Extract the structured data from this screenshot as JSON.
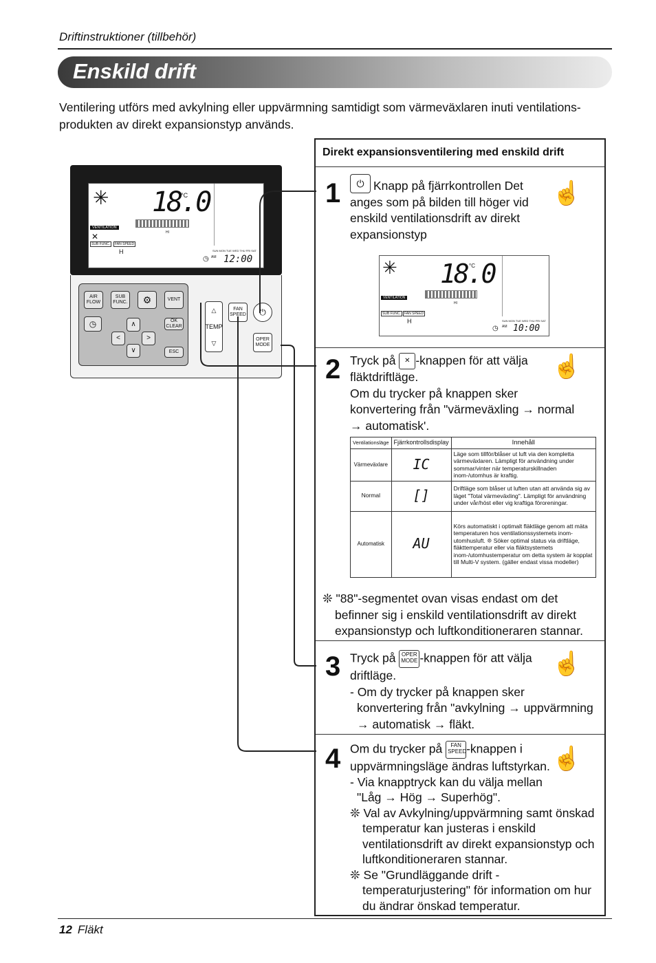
{
  "header": {
    "section": "Driftinstruktioner (tillbehör)",
    "title": "Enskild drift"
  },
  "intro": "Ventilering utförs med avkylning eller uppvärmning samtidigt som värmeväxlaren inuti ventilations-produkten av direkt expansionstyp används.",
  "box_title": "Direkt expansionsventilering med enskild drift",
  "controller": {
    "temp": "18.0",
    "unit": "°C",
    "ventilation": "VENTILATION",
    "sub_func": "SUB FUNC.",
    "fan_speed": "FAN SPEED",
    "fan_level": "H",
    "hi": "HI",
    "am": "AM",
    "clock": "12:00",
    "days": "SUN MON TUE WED THU FRI SAT",
    "buttons": {
      "air_flow": "AIR FLOW",
      "sub_func": "SUB FUNC.",
      "vent": "VENT",
      "ok_clear": "OK CLEAR",
      "esc": "ESC",
      "fan_speed": "FAN SPEED",
      "temp": "TEMP",
      "oper_mode": "OPER MODE"
    }
  },
  "step1": {
    "num": "1",
    "text": "Knapp på fjärrkontrollen Det anges som på bilden till höger vid enskild ventilationsdrift av direkt expansionstyp",
    "clock": "10:00"
  },
  "step2": {
    "num": "2",
    "pre": "Tryck på",
    "post": "-knappen för att välja",
    "l2": "fläktdriftläge.",
    "l3": "Om du trycker på knappen sker",
    "l4": "konvertering från \"värmeväxling → normal",
    "l5": "→ automatisk'."
  },
  "table": {
    "headers": [
      "Ventilationsläge",
      "Fjärrkontrollsdisplay",
      "Innehåll"
    ],
    "rows": [
      {
        "mode": "Värmeväxlare",
        "display": "IC",
        "content": "Läge som tillför/blåser ut luft via den kompletta värmeväxlaren. Lämpligt för användning under sommar/vinter när temperaturskillnaden inom-/utomhus är kraftig."
      },
      {
        "mode": "Normal",
        "display": "[]",
        "content": "Driftläge som blåser ut luften utan att använda sig av läget \"Total värmeväxling\". Lämpligt för användning under vår/höst eller vig kraftiga föroreningar."
      },
      {
        "mode": "Automatisk",
        "display": "AU",
        "content": "Körs automatiskt i optimalt fläktläge genom att mäta temperaturen hos ventilationssystemets inom-utomhusluft. ❊ Söker optimal status via driftläge, fläkttemperatur eller via fläktsystemets inom-/utomhustemperatur om detta system är kopplat till Multi-V system. (gäller endast vissa modeller)"
      }
    ]
  },
  "note88": "❊ \"88\"-segmentet ovan visas endast om det befinner sig i enskild ventilationsdrift av direkt expansionstyp och luftkonditioneraren stannar.",
  "step3": {
    "num": "3",
    "pre": "Tryck på",
    "post": "-knappen för att välja",
    "l2": "driftläge.",
    "l3": "- Om dy trycker på knappen sker",
    "l4": "konvertering från \"avkylning → uppvärmning",
    "l5": "→ automatisk → fläkt."
  },
  "step4": {
    "num": "4",
    "pre": "Om du trycker på",
    "post": "-knappen i",
    "l2": "uppvärmningsläge ändras luftstyrkan.",
    "l3": "- Via knapptryck kan du välja mellan",
    "l4": "\"Låg → Hög → Superhög\".",
    "n1": "❊ Val av Avkylning/uppvärmning samt önskad temperatur kan justeras i enskild ventilationsdrift av direkt expansionstyp och luftkonditioneraren stannar.",
    "n2": "❊ Se \"Grundläggande drift - temperaturjustering\" för information om hur du ändrar önskad temperatur."
  },
  "footer": {
    "page": "12",
    "label": "Fläkt"
  }
}
